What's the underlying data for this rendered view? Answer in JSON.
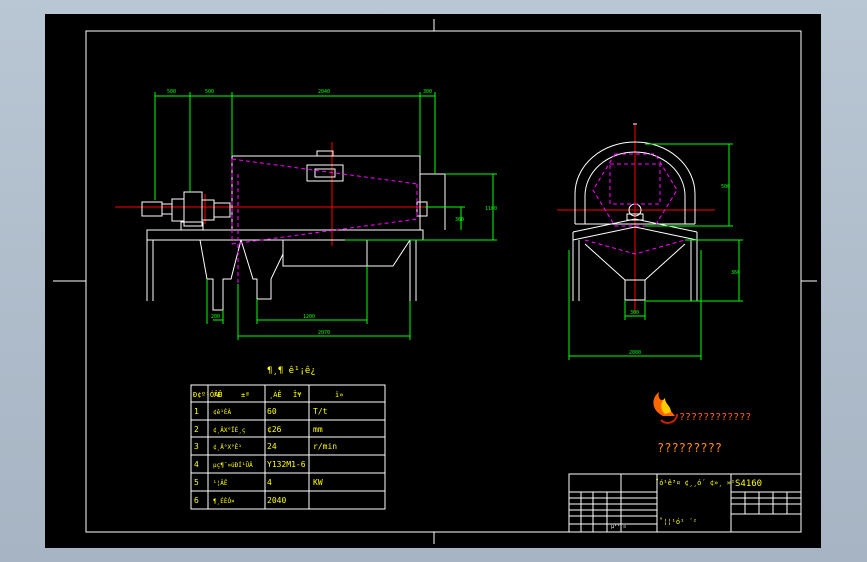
{
  "title_block": {
    "drawing_no": "S4160",
    "title_garbled": "˚ó¹ê³¤ ¢¸¸ó´ ¢»¸ »¹",
    "org_garbled": "˚¦¦¹ó¹ ´²",
    "small_label": "µ¹¹ ¤"
  },
  "params_table": {
    "caption": "¶¸¶ ­ê¹¡ê¿",
    "header": [
      "Ð¢º¹ÓÂÛ",
      "¹É",
      "±ª",
      "¸ÀÊ",
      "Î¥",
      "ï»"
    ],
    "rows": [
      {
        "no": "1",
        "name": "¢ê¹ÈÀ",
        "value": "60",
        "unit": "T/t"
      },
      {
        "no": "2",
        "name": "¢¸ÄX°ÏÈ¸ç",
        "value": "¢26",
        "unit": "mm"
      },
      {
        "no": "3",
        "name": "¢¸Ä°X°Ê¹",
        "value": "24",
        "unit": "r/min"
      },
      {
        "no": "4",
        "name": "µç¶¯»úÐÍ¹ÛÂ",
        "value": "Y132M1-6",
        "unit": ""
      },
      {
        "no": "5",
        "name": "¹¦ÂÊ",
        "value": "4",
        "unit": "KW"
      },
      {
        "no": "6",
        "name": "¶¸ÉÈÓ×",
        "value": "2040",
        "unit": ""
      }
    ]
  },
  "watermark": {
    "line1": "????????????",
    "line2": "?????????"
  },
  "colors": {
    "border": "#ffffff",
    "dimension": "#00ff00",
    "hidden": "#ff00ff",
    "center": "#ff0000",
    "table_text": "#ffff00",
    "logo": "#ff6600"
  }
}
